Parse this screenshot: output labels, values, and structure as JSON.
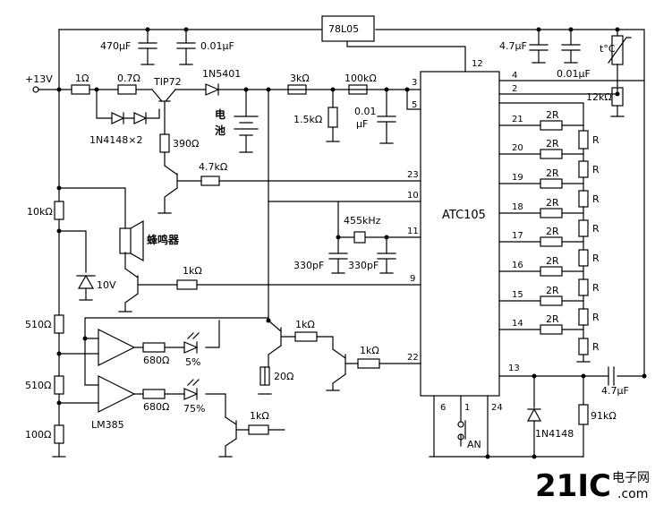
{
  "labels": {
    "supply": "+13V",
    "regulator": "78L05",
    "r_1ohm": "1Ω",
    "r_07ohm": "0.7Ω",
    "tip72": "TIP72",
    "d_1n5401": "1N5401",
    "r_3k": "3kΩ",
    "r_100k": "100kΩ",
    "c_470u": "470μF",
    "c_001u_top": "0.01μF",
    "c_47u_top": "4.7μF",
    "c_001u_right": "0.01μF",
    "ntc": "t°C",
    "r_12k": "12kΩ",
    "d_1n4148x2": "1N4148×2",
    "battery_1": "电",
    "battery_2": "池",
    "r_390": "390Ω",
    "r_47k": "4.7kΩ",
    "r_15k": "1.5kΩ",
    "c_001u_mid_1": "0.01",
    "c_001u_mid_2": "μF",
    "r_10k": "10kΩ",
    "buzzer": "蜂鸣器",
    "xtal": "455kHz",
    "c_330p_a": "330pF",
    "c_330p_b": "330pF",
    "zener": "10V",
    "r_1k_buzz": "1kΩ",
    "r_510_a": "510Ω",
    "r_510_b": "510Ω",
    "r_100": "100Ω",
    "r_680_a": "680Ω",
    "r_680_b": "680Ω",
    "pct_5": "5%",
    "pct_75": "75%",
    "lm385": "LM385",
    "r_1k_q": "1kΩ",
    "r_20": "20Ω",
    "r_1k_q2": "1kΩ",
    "r_1k_led": "1kΩ",
    "chip": "ATC105",
    "button": "AN",
    "d_1n4148": "1N4148",
    "r_91k": "91kΩ",
    "c_47u_bottom": "4.7μF",
    "ladder_2r": "2R",
    "ladder_r": "R",
    "watermark_main": "21IC",
    "watermark_sub": "电子网",
    "watermark_url": ".com"
  },
  "chip_pins": {
    "p12": "12",
    "p4": "4",
    "p2": "2",
    "p3": "3",
    "p5": "5",
    "p21": "21",
    "p20": "20",
    "p19": "19",
    "p18": "18",
    "p17": "17",
    "p16": "16",
    "p15": "15",
    "p14": "14",
    "p23": "23",
    "p10": "10",
    "p11": "11",
    "p9": "9",
    "p22": "22",
    "p13": "13",
    "p6": "6",
    "p1": "1",
    "p24": "24"
  },
  "colors": {
    "ink": "#000000",
    "watermark": "#e8527a",
    "watermark_light": "#f4a6bd"
  }
}
